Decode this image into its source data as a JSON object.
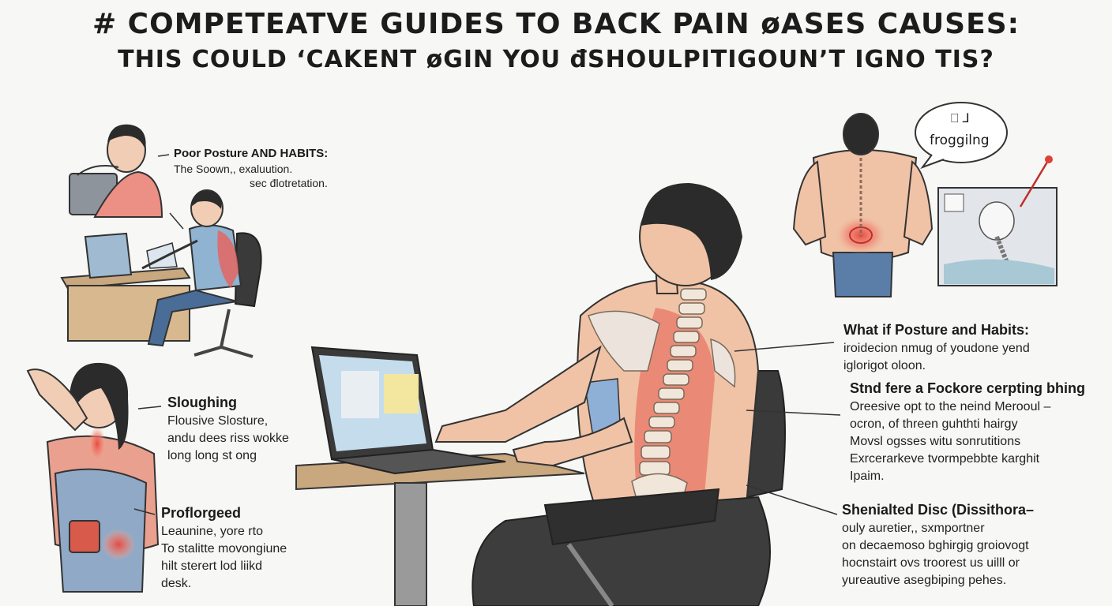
{
  "title": {
    "line1": "# COMPETEATVE GUIDES TO BACK PAIN øASES CAUSES:",
    "line2": "THIS COULD ‘CAKENT øGIN YOU đSHOULPITIGOUN’T IGNO TIS?"
  },
  "annotations": {
    "poor_posture": {
      "heading": "Poor Posture AND HABITS:",
      "lines": [
        "The Soown,, exaluution.",
        "sec đlotretation."
      ]
    },
    "sloughing": {
      "heading": "Sloughing",
      "lines": [
        "Flousive Slosture,",
        "andu dees riss wokke",
        "long long st ong"
      ]
    },
    "proflorgeed": {
      "heading": "Proflorgeed",
      "lines": [
        "Leaunine, yore rto",
        "To stalitte movongiune",
        "hilt sterert lod liikd",
        "desk."
      ]
    },
    "what_if": {
      "heading": "What if Posture and Habits:",
      "lines": [
        "iroidecion nmug of youdone yend",
        "iglorigot oloon."
      ]
    },
    "stnd_fere": {
      "heading": "Stnd fere a Fockore cerpting bhing",
      "lines": [
        "Oreesive opt to the neind Merooul –",
        "ocron, of threen guhthti hairgy",
        "Movsl ogsses witu sonrutitions",
        "Exrcerarkeve tvormpebbte karghit",
        "Ipaim."
      ]
    },
    "disc": {
      "heading": "Shenialted Disc (Dissithora–",
      "lines": [
        "ouly auretier,, sxmportner",
        "on decaemoso bghirgig groiovogt",
        "hocnstairt ovs troorest us uilll or",
        "yureautive asegbiping pehes."
      ]
    },
    "bubble": {
      "text": "froggilng"
    }
  }
}
